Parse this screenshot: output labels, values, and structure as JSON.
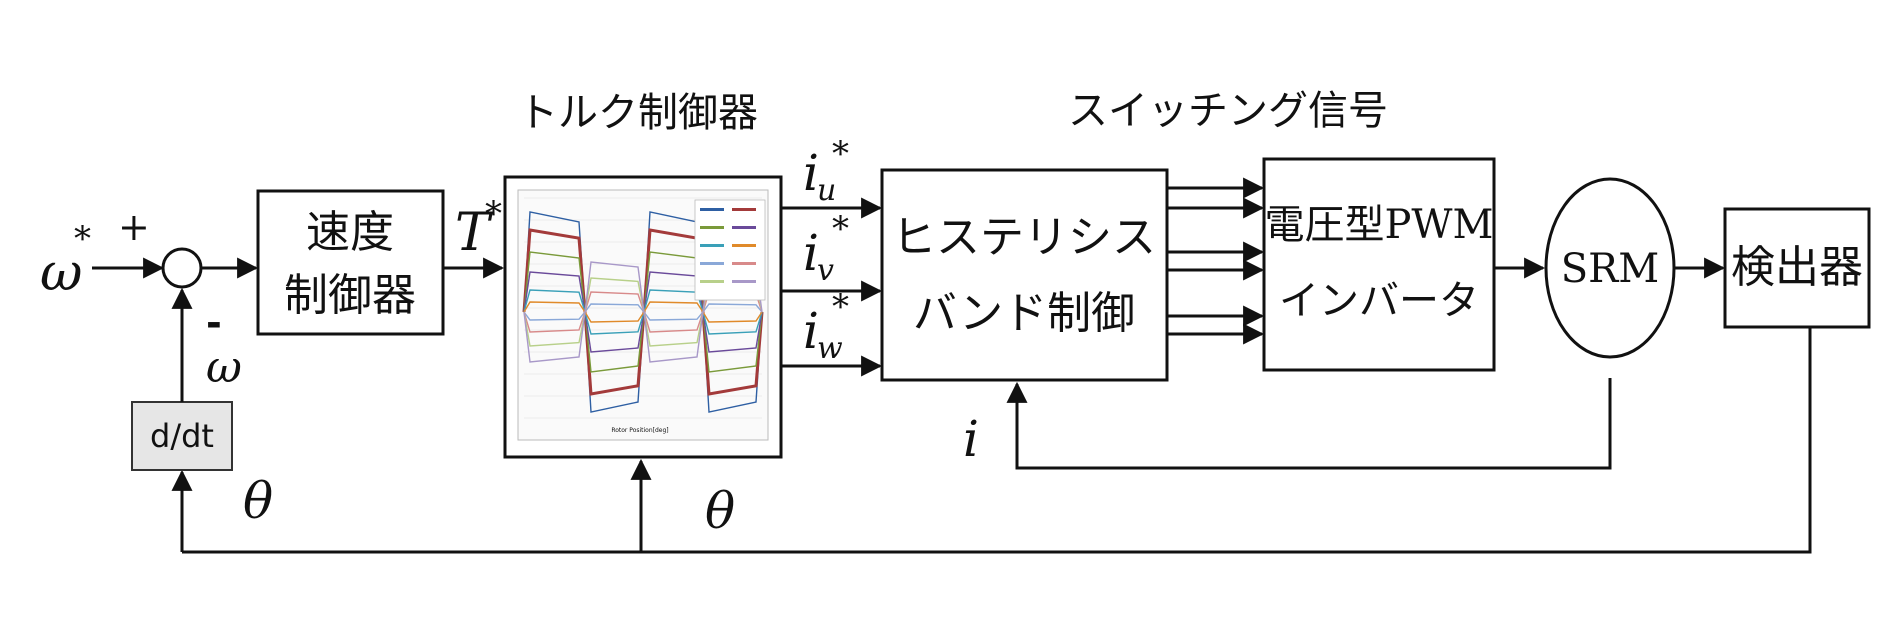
{
  "blocks": {
    "speed_controller": {
      "line1": "速度",
      "line2": "制御器"
    },
    "torque_controller": {
      "title": "トルク制御器"
    },
    "hysteresis": {
      "line1": "ヒステリシス",
      "line2": "バンド制御"
    },
    "switching_signal": {
      "label": "スイッチング信号"
    },
    "inverter": {
      "line1": "電圧型PWM",
      "line2": "インバータ"
    },
    "motor": {
      "label": "SRM"
    },
    "detector": {
      "label": "検出器"
    },
    "differentiator": {
      "label": "d/dt"
    }
  },
  "signals": {
    "omega_ref": "ω",
    "omega_ref_star": "*",
    "plus": "+",
    "minus": "-",
    "omega_fb": "ω",
    "torque_ref": "T",
    "torque_ref_star": "*",
    "iu": "i",
    "iu_sub": "u",
    "iu_star": "*",
    "iv": "i",
    "iv_sub": "v",
    "iv_star": "*",
    "iw": "i",
    "iw_sub": "w",
    "iw_star": "*",
    "current_fb": "i",
    "theta_left": "θ",
    "theta_mid": "θ"
  },
  "inset_chart": {
    "xlabel": "Rotor Position[deg]",
    "colors": [
      "#2e5fa3",
      "#a33a3a",
      "#7a9a3a",
      "#6a4a9a",
      "#3aa0b8",
      "#e08a2a",
      "#8aa8d8",
      "#d88a8a",
      "#b8d08a",
      "#a898c8"
    ]
  },
  "colors": {
    "stroke": "#111111",
    "block_fill": "#ffffff",
    "ddt_fill": "#e6e6e6"
  }
}
